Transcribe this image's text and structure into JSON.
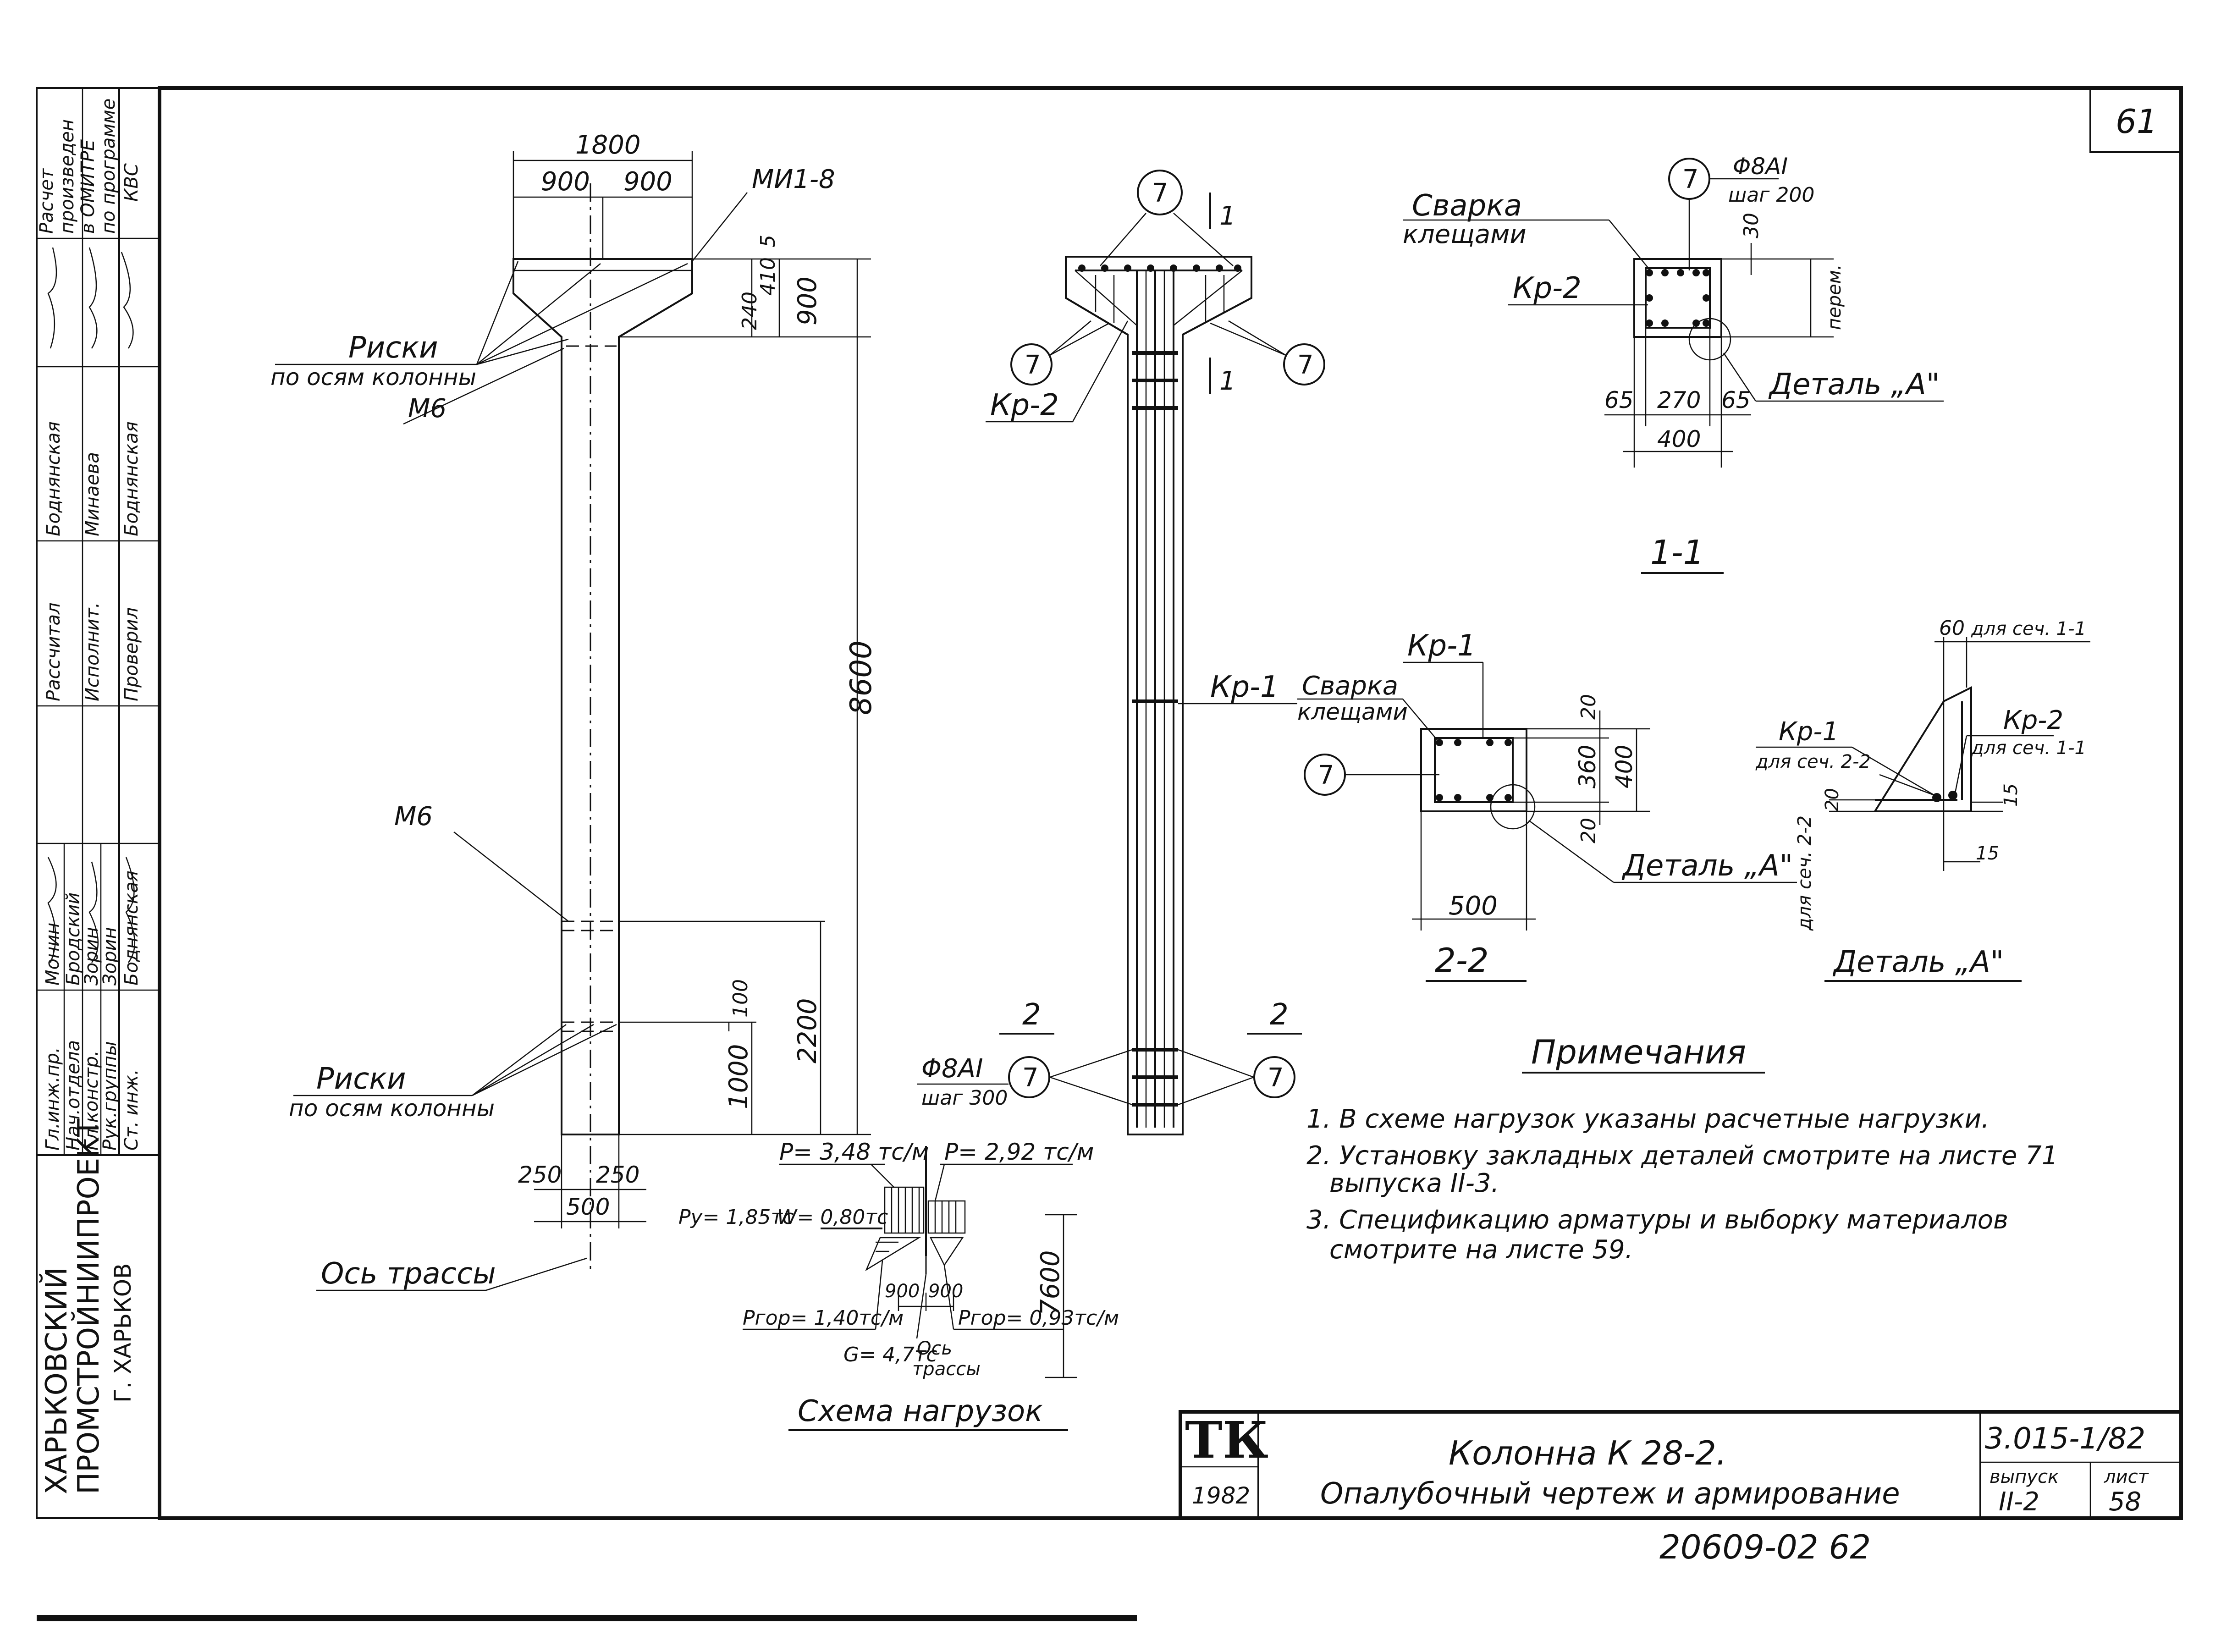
{
  "sheet": {
    "sheet_number": "61",
    "bottom_code": "20609-02 62"
  },
  "title_block": {
    "logo": "ТК",
    "year": "1982",
    "title_line1": "Колонна К 28-2.",
    "title_line2": "Опалубочный чертеж и армирование",
    "code": "3.015-1/82",
    "issue_label": "выпуск",
    "issue_value": "II-2",
    "sheet_label": "лист",
    "sheet_value": "58"
  },
  "left_stamp": {
    "org_line1": "ХАРЬКОВСКИЙ",
    "org_line2": "ПРОМСТРОЙНИИПРОЕКТ",
    "org_line3": "Г. ХАРЬКОВ",
    "roles": [
      "Гл.инж.пр.",
      "Нач.отдела",
      "Гл.констр.",
      "Рук.группы",
      "Ст. инж."
    ],
    "names_col1": [
      "Монин",
      "Бродский",
      "Зорин",
      "Зорин",
      "Боднянская"
    ],
    "roles2": [
      "Рассчитал",
      "Исполнит.",
      "Проверил"
    ],
    "names_col2": [
      "Боднянская",
      "Минаева",
      "Боднянская"
    ],
    "calc_note": [
      "Расчет",
      "произведен",
      "в ОМИТРЕ",
      "по программе",
      "КВС"
    ]
  },
  "formwork": {
    "dim_1800": "1800",
    "dim_900a": "900",
    "dim_900b": "900",
    "dim_900v": "900",
    "dim_410": "410",
    "dim_5": "5",
    "dim_240": "240",
    "dim_8600": "8600",
    "dim_2200": "2200",
    "dim_1000": "1000",
    "dim_100": "100",
    "dim_250a": "250",
    "dim_250b": "250",
    "dim_500": "500",
    "lbl_mi18": "МИ1-8",
    "lbl_riski1": "Риски",
    "lbl_po_osyam1": "по осям колонны",
    "lbl_m6a": "М6",
    "lbl_m6b": "М6",
    "lbl_riski2": "Риски",
    "lbl_po_osyam2": "по осям колонны",
    "lbl_os_trassy": "Ось трассы"
  },
  "reinforcement": {
    "mark7": "7",
    "cut1": "1",
    "cut2": "2",
    "lbl_kr2": "Кр-2",
    "lbl_kr1": "Кр-1",
    "lbl_phi8_300": "Φ8AI",
    "lbl_shag300": "шаг 300"
  },
  "section11": {
    "title": "1-1",
    "lbl_svarka": "Сварка",
    "lbl_kleshchami": "клещами",
    "lbl_kr2": "Кр-2",
    "lbl_phi8": "Φ8AI",
    "lbl_shag200": "шаг 200",
    "dim_30": "30",
    "dim_perem": "перем.",
    "dim_65a": "65",
    "dim_270": "270",
    "dim_65b": "65",
    "dim_400": "400",
    "lbl_detail": "Деталь „А\""
  },
  "section22": {
    "title": "2-2",
    "lbl_kr1": "Кр-1",
    "lbl_svarka": "Сварка",
    "lbl_kleshchami": "клещами",
    "dim_20a": "20",
    "dim_360": "360",
    "dim_400": "400",
    "dim_20b": "20",
    "dim_500": "500",
    "lbl_detail": "Деталь „А\""
  },
  "detailA": {
    "title": "Деталь „А\"",
    "dim_60": "60",
    "lbl_for11a": "для сеч. 1-1",
    "lbl_kr1": "Кр-1",
    "lbl_for22": "для сеч. 2-2",
    "lbl_kr2": "Кр-2",
    "lbl_for11b": "для сеч. 1-1",
    "dim_15a": "15",
    "dim_15b": "15",
    "dim_20": "20",
    "lbl_vert": "для сеч. 2-2"
  },
  "loads": {
    "title": "Схема нагрузок",
    "p1": "P= 3,48 тс/м",
    "p2": "P= 2,92 тс/м",
    "py": "Py= 1,85тс",
    "w": "W= 0,80тс",
    "pgor1": "Pгор= 1,40тс/м",
    "pgor2": "Pгор= 0,93тс/м",
    "g": "G= 4,7тс",
    "os": "Ось",
    "trassy": "трассы",
    "dim_900a": "900",
    "dim_900b": "900",
    "dim_7600": "7600"
  },
  "notes": {
    "title": "Примечания",
    "items": [
      "1. В схеме нагрузок указаны расчетные нагрузки.",
      "2. Установку закладных деталей смотрите на листе 71",
      "выпуска II-3.",
      "3. Спецификацию арматуры и выборку материалов",
      "смотрите на листе 59."
    ]
  }
}
